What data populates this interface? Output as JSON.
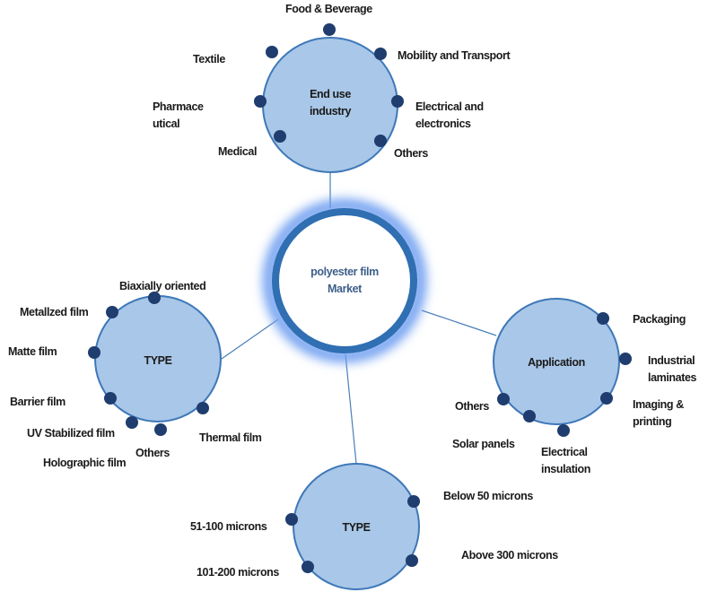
{
  "center": {
    "line1": "polyester film",
    "line2": "Market"
  },
  "end_use": {
    "title_line1": "End use",
    "title_line2": "industry",
    "items": [
      "Food & Beverage",
      "Mobility and Transport",
      "Electrical and",
      "electronics",
      "Others",
      "Medical",
      "Pharmace",
      "utical",
      "Textile"
    ]
  },
  "type_left": {
    "title": "TYPE",
    "items": [
      "Biaxially oriented",
      "Metallzed film",
      "Matte film",
      "Barrier film",
      "UV Stabilized film",
      "Others",
      "Holographic film",
      "Thermal film"
    ]
  },
  "application": {
    "title": "Application",
    "items": [
      "Packaging",
      "Industrial",
      "laminates",
      "Imaging &",
      "printing",
      "Electrical",
      "insulation",
      "Solar panels",
      "Others"
    ]
  },
  "type_bottom": {
    "title": "TYPE",
    "items": [
      "Below 50 microns",
      "51-100 microns",
      "Above 300 microns",
      "101-200 microns"
    ]
  },
  "colors": {
    "node_fill": "#a9c7e8",
    "node_stroke": "#3e78b8",
    "dot": "#1f3d6e",
    "center_ring": "#2f6fb2"
  }
}
